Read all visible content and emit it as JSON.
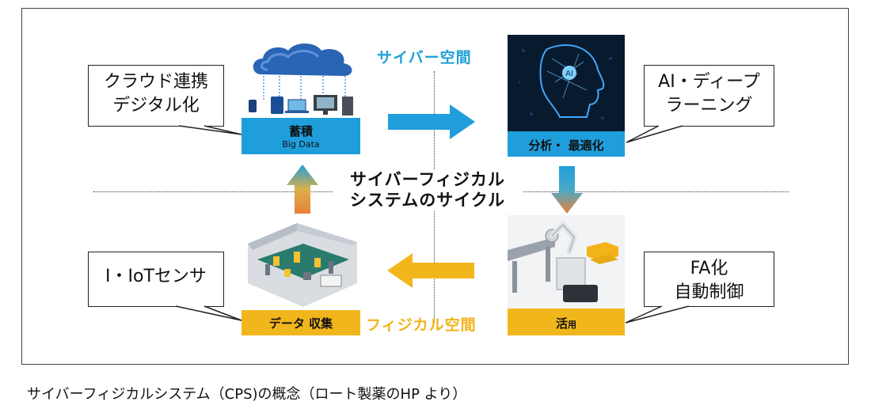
{
  "labels": {
    "cyber_space": "サイバー空間",
    "physical_space": "フィジカル空間",
    "cycle_line1": "サイバーフィジカル",
    "cycle_line2": "システムのサイクル"
  },
  "callouts": {
    "cloud_line1": "クラウド連携",
    "cloud_line2": "デジタル化",
    "ai_line1": "AI・ディープ",
    "ai_line2": "ラーニング",
    "iot_line1": "I・IoTセンサ",
    "fa_line1": "FA化",
    "fa_line2": "自動制御"
  },
  "panels": {
    "storage_main": "蓄積",
    "storage_sub": "Big Data",
    "analysis_main": "分析・ 最適化",
    "collection_main": "データ 収集",
    "utilization_main": "活",
    "utilization_small": "用"
  },
  "caption": "サイバーフィジカルシステム（CPS)の概念（ロート製薬のHP より）",
  "colors": {
    "cyber_blue": "#1f9edb",
    "physical_yellow": "#f1b61c",
    "transition_orange": "#e8803a"
  },
  "icons": [
    "cloud-network-icon",
    "ai-head-icon",
    "factory-floor-icon",
    "robot-arm-icon"
  ]
}
